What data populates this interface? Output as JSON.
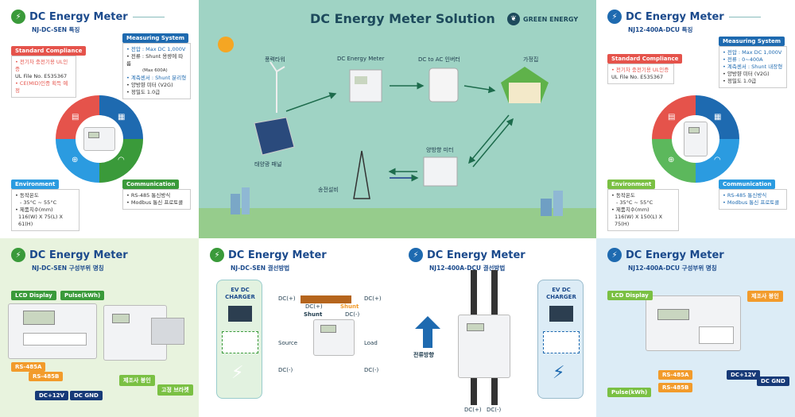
{
  "panel_tl": {
    "title": "DC Energy Meter",
    "subtitle": "NJ-DC-SEN 특징",
    "standard": {
      "label": "Standard Compliance",
      "lines": [
        "• 전기차 충전기용 UL인증",
        "UL File No. E535367",
        "• CE(MID)인증 획득 예정"
      ]
    },
    "measuring": {
      "label": "Measuring System",
      "lines": [
        "• 전압 : Max DC 1,000V",
        "• 전류 : Shunt 용량에 따름",
        "(Max 600A)",
        "• 계측센서 : Shunt 분리형",
        "• 양방향 미터 (V2G)",
        "• 정밀도 1.0급"
      ]
    },
    "environment": {
      "label": "Environment",
      "lines": [
        "• 동작온도",
        "- 35°C ~ 55°C",
        "• 제품치수(mm)",
        "116(W) X 75(L) X 61(H)"
      ]
    },
    "communication": {
      "label": "Communication",
      "lines": [
        "• RS-485 통신방식",
        "• Modbus 통신 프로토콜"
      ]
    }
  },
  "panel_center": {
    "title": "DC Energy Meter Solution",
    "badge": "GREEN ENERGY",
    "labels": {
      "wind": "풍력타워",
      "meter": "DC Energy Meter",
      "inverter": "DC to AC 인버터",
      "home": "가정집",
      "solar": "태양광 패널",
      "bimeter": "양방향 미터",
      "tower": "송전설비"
    }
  },
  "panel_tr": {
    "title": "DC Energy Meter",
    "subtitle": "NJ12-400A-DCU 특징",
    "standard": {
      "label": "Standard Compliance",
      "lines": [
        "• 전기차 충전기용 UL인증",
        "UL File No. E535367"
      ]
    },
    "measuring": {
      "label": "Measuring System",
      "lines": [
        "• 전압 : Max DC 1,000V",
        "• 전류 : 0~400A",
        "• 계측센서 : Shunt 내장형",
        "• 양방향 미터 (V2G)",
        "• 정밀도 1.0급"
      ]
    },
    "environment": {
      "label": "Environment",
      "lines": [
        "• 동작온도",
        "- 35°C ~ 55°C",
        "• 제품치수(mm)",
        "116(W) X 150(L) X 75(H)"
      ]
    },
    "communication": {
      "label": "Communication",
      "lines": [
        "• RS-485 통신방식",
        "• Modbus 통신 프로토콜"
      ]
    }
  },
  "panel_b1": {
    "title": "DC Energy Meter",
    "subtitle": "NJ-DC-SEN 구성부위 명칭",
    "lcd": "LCD Display",
    "pulse": "Pulse(kWh)",
    "rs485a": "RS-485A",
    "rs485b": "RS-485B",
    "dc12": "DC+12V",
    "dcgnd": "DC GND",
    "seal": "제조사 봉인",
    "bracket": "고정 브라켓"
  },
  "panel_b2": {
    "title": "DC Energy Meter",
    "subtitle": "NJ-DC-SEN 결선방법",
    "charger": "EV DC CHARGER",
    "dcp1": "DC(+)",
    "dcp2": "DC(+)",
    "dcp3": "DC(+)",
    "dcm1": "DC(-)",
    "dcm2": "DC(-)",
    "dcm3": "DC(-)",
    "shunt1": "Shunt",
    "shunt2": "Shunt",
    "source": "Source",
    "load": "Load"
  },
  "panel_b3": {
    "title": "DC Energy Meter",
    "subtitle": "NJ12-400A-DCU 결선방법",
    "direction": "전류방향",
    "charger": "EV DC CHARGER",
    "dcp": "DC(+)",
    "dcm": "DC(-)"
  },
  "panel_b4": {
    "title": "DC Energy Meter",
    "subtitle": "NJ12-400A-DCU 구성부위 명칭",
    "lcd": "LCD Display",
    "seal": "제조사 봉인",
    "rs485a": "RS-485A",
    "rs485b": "RS-485B",
    "dc12": "DC+12V",
    "dcgnd": "DC GND",
    "pulse": "Pulse(kWh)"
  },
  "colors": {
    "navy": "#1b4a8c",
    "red": "#e5534b",
    "green": "#3a9a3a",
    "teal_bg": "#9fd3c4"
  }
}
